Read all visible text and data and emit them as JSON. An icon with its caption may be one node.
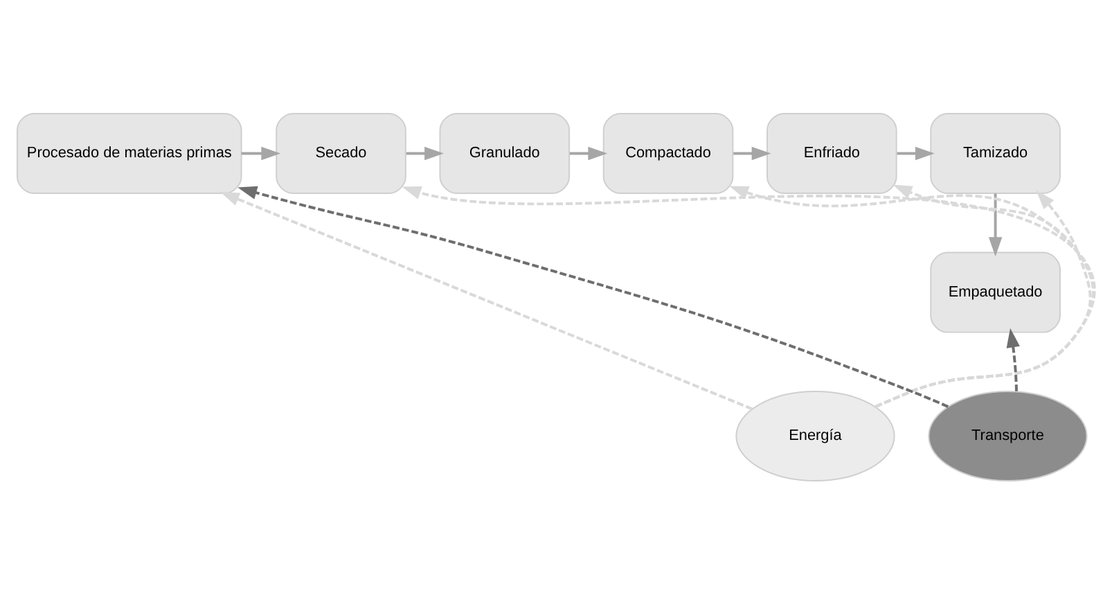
{
  "diagram": {
    "nodes": [
      {
        "text": [
          "Procesado de materias primas"
        ]
      },
      {
        "text": [
          "Secado"
        ]
      },
      {
        "text": [
          "Granulado"
        ]
      },
      {
        "text": [
          "Compactado"
        ]
      },
      {
        "text": [
          "Enfriado"
        ]
      },
      {
        "text": [
          "Tamizado"
        ]
      },
      {
        "text": [
          "Empaquetado"
        ]
      },
      {
        "text": [
          "Energía"
        ]
      },
      {
        "text": [
          "Transporte"
        ]
      }
    ],
    "edges": [
      {
        "from": 0,
        "to": 1,
        "arrow": "to"
      },
      {
        "from": 1,
        "to": 2,
        "arrow": "to"
      },
      {
        "from": 2,
        "to": 3,
        "arrow": "to"
      },
      {
        "from": 3,
        "to": 4,
        "arrow": "to"
      },
      {
        "from": 4,
        "to": 5,
        "arrow": "to"
      },
      {
        "from": 5,
        "to": 6,
        "arrow": "to"
      },
      {
        "from": 7,
        "to": 0,
        "arrow": "to",
        "style": "dashed",
        "color": "#d9d9d9"
      },
      {
        "from": 7,
        "to": 1,
        "arrow": "to",
        "style": "dashed",
        "color": "#d9d9d9"
      },
      {
        "from": 7,
        "to": 3,
        "arrow": "to",
        "style": "dashed",
        "color": "#d9d9d9"
      },
      {
        "from": 7,
        "to": 4,
        "arrow": "to",
        "style": "dashed",
        "color": "#d9d9d9"
      },
      {
        "from": 7,
        "to": 5,
        "arrow": "to",
        "style": "dashed",
        "color": "#d9d9d9"
      },
      {
        "from": 8,
        "to": 0,
        "arrow": "to",
        "style": "dashed",
        "color": "#6e6e6e"
      },
      {
        "from": 8,
        "to": 6,
        "arrow": "to",
        "style": "dashed",
        "color": "#6e6e6e"
      }
    ]
  }
}
